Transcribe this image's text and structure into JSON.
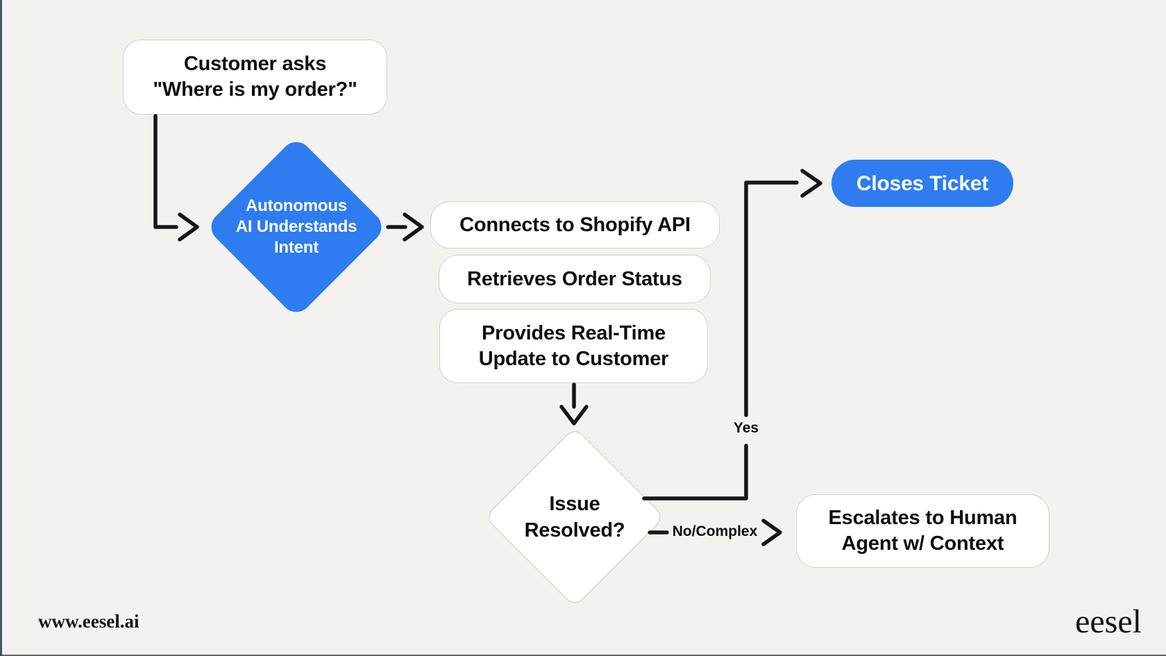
{
  "colors": {
    "background": "#f4f2ef",
    "accent_blue": "#2e7cf0",
    "arrow": "#161616",
    "node_fill": "#ffffff",
    "node_border": "#d2d0cb",
    "text_dark": "#0e0e0e",
    "text_light": "#ffffff",
    "left_edge_line": "#3e5a66",
    "bottom_edge_line": "#383836"
  },
  "nodes": {
    "customer_asks": {
      "lines": [
        "Customer asks",
        "\"Where is my order?\""
      ]
    },
    "ai_understands": {
      "lines": [
        "Autonomous",
        "AI Understands",
        "Intent"
      ]
    },
    "connects_api": {
      "label": "Connects to Shopify API"
    },
    "retrieves_status": {
      "label": "Retrieves Order Status"
    },
    "provides_update": {
      "lines": [
        "Provides Real-Time",
        "Update to Customer"
      ]
    },
    "issue_resolved": {
      "lines": [
        "Issue",
        "Resolved?"
      ]
    },
    "closes_ticket": {
      "label": "Closes Ticket"
    },
    "escalates_human": {
      "lines": [
        "Escalates to Human",
        "Agent w/ Context"
      ]
    }
  },
  "edges": {
    "yes_label": "Yes",
    "no_label": "No/Complex"
  },
  "footer": {
    "website": "www.eesel.ai",
    "brand": "eesel"
  }
}
